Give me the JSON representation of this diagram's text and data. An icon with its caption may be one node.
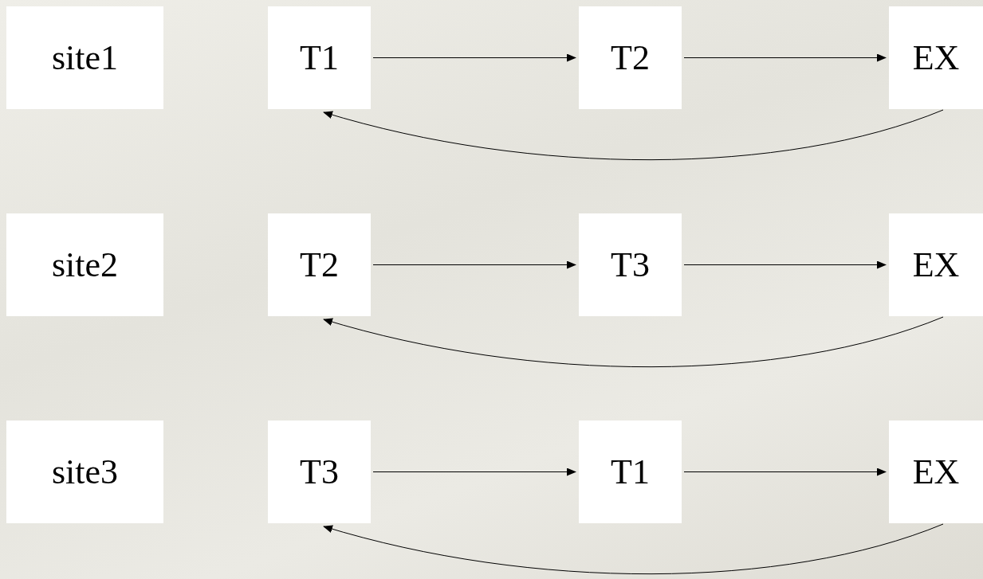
{
  "diagram": {
    "nodes": [
      {
        "text": [
          "site1"
        ]
      },
      {
        "text": [
          "T1"
        ]
      },
      {
        "text": [
          "T2"
        ]
      },
      {
        "text": [
          "EX"
        ]
      },
      {
        "text": [
          "site2"
        ]
      },
      {
        "text": [
          "T2"
        ]
      },
      {
        "text": [
          "T3"
        ]
      },
      {
        "text": [
          "EX"
        ]
      },
      {
        "text": [
          "site3"
        ]
      },
      {
        "text": [
          "T3"
        ]
      },
      {
        "text": [
          "T1"
        ]
      },
      {
        "text": [
          "EX"
        ]
      }
    ],
    "edges": [
      {
        "from": 1,
        "to": 2,
        "arrow": "to"
      },
      {
        "from": 2,
        "to": 3,
        "arrow": "to"
      },
      {
        "from": 3,
        "to": 1,
        "arrow": "to"
      },
      {
        "from": 5,
        "to": 6,
        "arrow": "to"
      },
      {
        "from": 6,
        "to": 7,
        "arrow": "to"
      },
      {
        "from": 7,
        "to": 5,
        "arrow": "to"
      },
      {
        "from": 9,
        "to": 10,
        "arrow": "to"
      },
      {
        "from": 10,
        "to": 11,
        "arrow": "to"
      },
      {
        "from": 11,
        "to": 9,
        "arrow": "to"
      }
    ]
  }
}
